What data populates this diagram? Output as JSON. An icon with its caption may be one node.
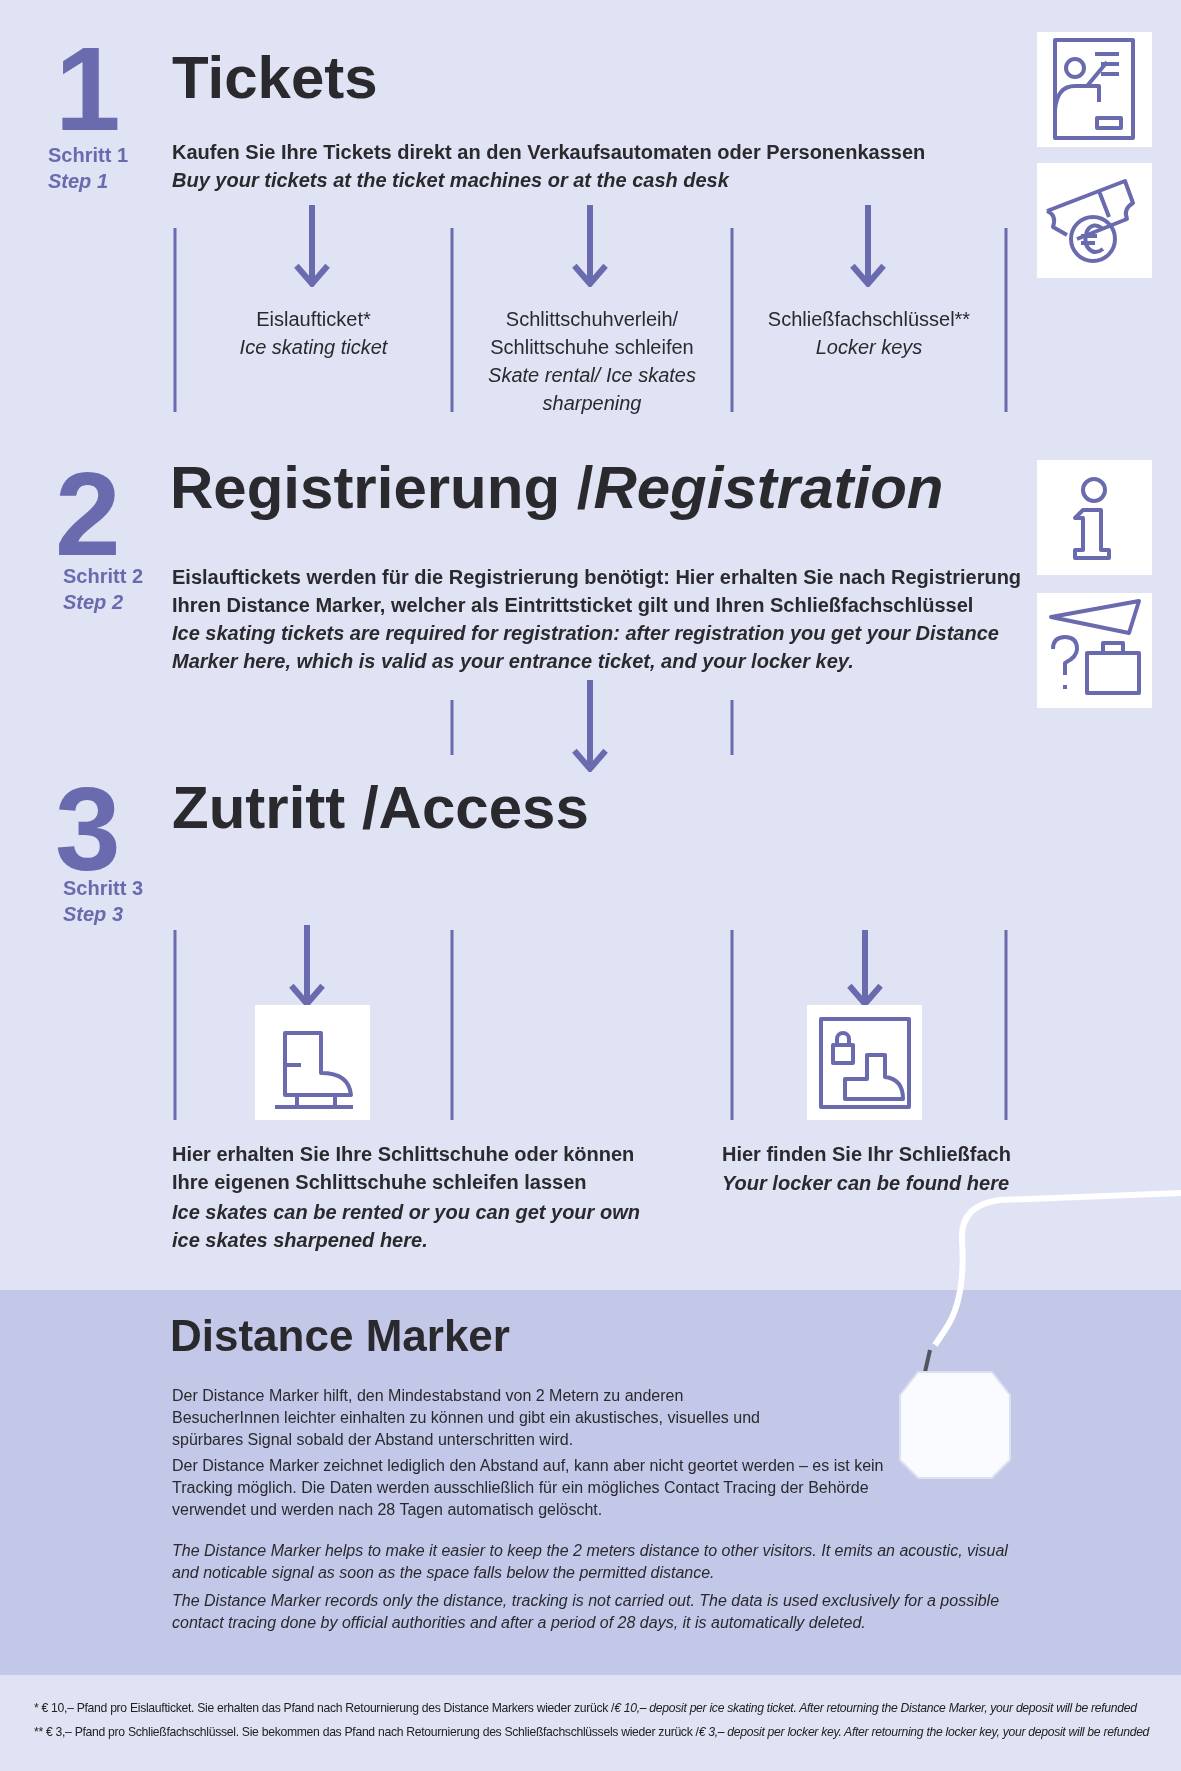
{
  "diagram": {
    "nodes": [
      {
        "text": [
          "1",
          "Schritt 1",
          "Step 1",
          "Tickets",
          "Kaufen Sie Ihre Tickets direkt an den Verkaufsautomaten oder Personenkassen",
          "Buy your tickets at the ticket machines or at the cash desk"
        ]
      },
      {
        "text": [
          "Eislaufticket*",
          "Ice skating ticket"
        ]
      },
      {
        "text": [
          "Schlittschuhverleih/ Schlittschuhe schleifen",
          "Skate rental/ Ice skates sharpening"
        ]
      },
      {
        "text": [
          "Schließfachschlüssel**",
          "Locker keys"
        ]
      },
      {
        "text": [
          "2",
          "Schritt 2",
          "Step 2",
          "Registrierung /*Registration*",
          "Eislauftickets werden für die Registrierung benötigt: Hier erhalten Sie nach Registrierung Ihren Distance Marker, welcher als Eintrittsticket gilt und Ihren Schließfachschlüssel",
          "Ice skating tickets are required for registration: after registration you get your Distance Marker here, which is valid as your entrance ticket, and your locker key."
        ]
      },
      {
        "text": [
          "3",
          "Schritt 3",
          "Step 3",
          "Zutritt /Access"
        ]
      },
      {
        "text": [
          "Hier erhalten Sie Ihre Schlittschuhe oder können Ihre eigenen Schlittschuhe schleifen lassen",
          "Ice skates can be rented or you can get your own ice skates sharpened here."
        ]
      },
      {
        "text": [
          "Hier finden Sie Ihr Schließfach",
          "Your locker can be found here"
        ]
      },
      {
        "text": [
          "Distance Marker",
          "Der Distance Marker hilft, den Mindestabstand von 2 Metern zu anderen BesucherInnen leichter einhalten zu können und gibt ein akustisches, visuelles und spürbares Signal sobald der Abstand unterschritten wird.",
          "Der Distance Marker zeichnet lediglich den Abstand auf, kann aber nicht geortet werden – es ist kein Tracking möglich. Die Daten werden ausschließlich für ein mögliches Contact Tracing der Behörde verwendet und werden nach 28 Tagen automatisch gelöscht.",
          "The Distance Marker helps to make it easier to keep the 2 meters distance to other visitors. It emits an acoustic, visual and noticable signal as soon as the space falls below the permitted distance.",
          "The Distance Marker records only the distance, tracking is not carried out. The data is used exclusively for a possible contact tracing done by official authorities and after a period of 28 days, it is automatically deleted."
        ]
      }
    ],
    "edges": [
      {
        "from": 0,
        "to": 1,
        "arrow": "to"
      },
      {
        "from": 0,
        "to": 2,
        "arrow": "to"
      },
      {
        "from": 0,
        "to": 3,
        "arrow": "to"
      },
      {
        "from": 4,
        "to": 5,
        "arrow": "to"
      },
      {
        "from": 5,
        "to": 6,
        "arrow": "to"
      },
      {
        "from": null,
        "to": 7,
        "arrow": "to"
      }
    ],
    "labels": [
      "* € 10,– Pfand pro Eislaufticket. Sie erhalten das Pfand nach Retournierung des Distance Markers wieder zurück /*€ 10,– deposit per ice skating ticket. After retourning the Distance Marker, your deposit will be refunded*",
      "** € 3,– Pfand pro Schließfachschlüssel. Sie bekommen das Pfand nach Retournierung des Schließfachschlüssels wieder zurück /*€ 3,– deposit per locker key. After retourning the locker key, your deposit will be refunded*"
    ]
  }
}
